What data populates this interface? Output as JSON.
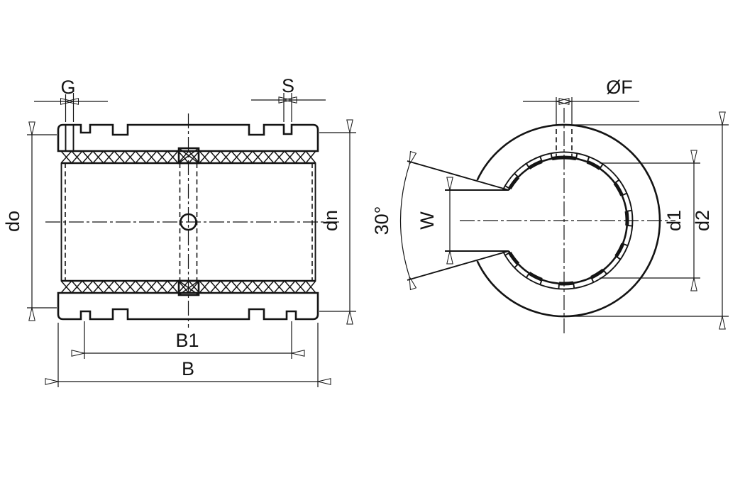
{
  "drawing": {
    "background": "#ffffff",
    "ink": "#141414",
    "side_view": {
      "dim_labels": {
        "g": "G",
        "s": "S",
        "do": "do",
        "dn": "dn",
        "b1": "B1",
        "b": "B"
      }
    },
    "end_view": {
      "dim_labels": {
        "f": "ØF",
        "angle": "30°",
        "w": "W",
        "d1": "d1",
        "d2": "d2"
      }
    }
  }
}
